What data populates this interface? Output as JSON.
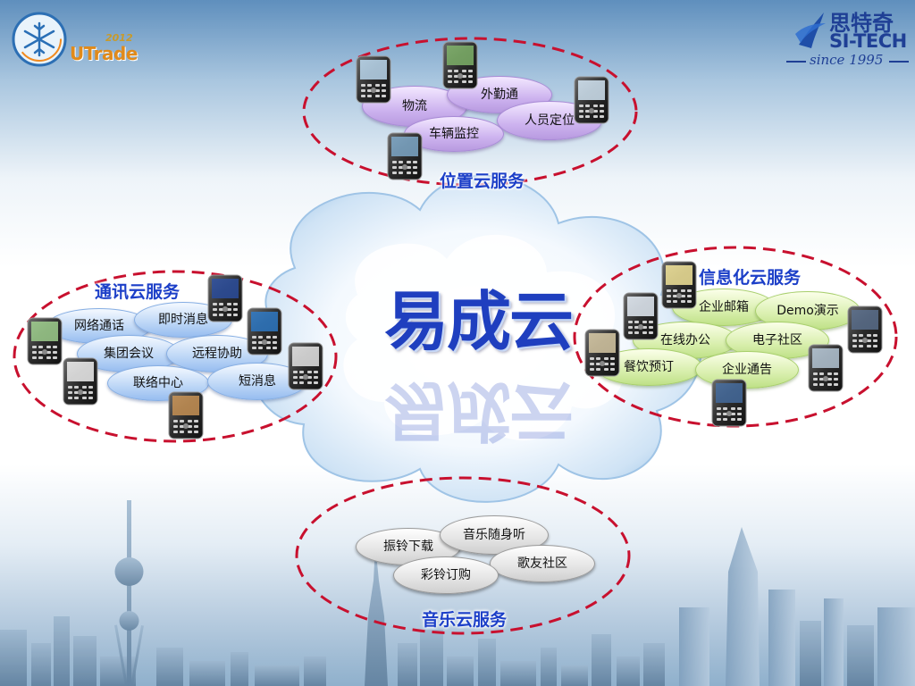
{
  "logo_left": {
    "year": "2012",
    "brand": "UTrade"
  },
  "logo_right": {
    "name_cn": "思特奇",
    "name_en": "SI-TECH",
    "since": "since 1995"
  },
  "center": {
    "title": "易成云"
  },
  "groups": {
    "location": {
      "label": "位置云服务",
      "items": [
        "物流",
        "外勤通",
        "人员定位",
        "车辆监控"
      ]
    },
    "communication": {
      "label": "通讯云服务",
      "items": [
        "网络通话",
        "即时消息",
        "集团会议",
        "远程协助",
        "联络中心",
        "短消息"
      ]
    },
    "information": {
      "label": "信息化云服务",
      "items": [
        "企业邮箱",
        "Demo演示",
        "在线办公",
        "电子社区",
        "餐饮预订",
        "企业通告"
      ]
    },
    "music": {
      "label": "音乐云服务",
      "items": [
        "振铃下载",
        "音乐随身听",
        "歌友社区",
        "彩铃订购"
      ]
    }
  },
  "colors": {
    "label_blue": "#1c3fc8",
    "dash_red": "#c8102e",
    "title_blue": "#1f3fbf"
  }
}
